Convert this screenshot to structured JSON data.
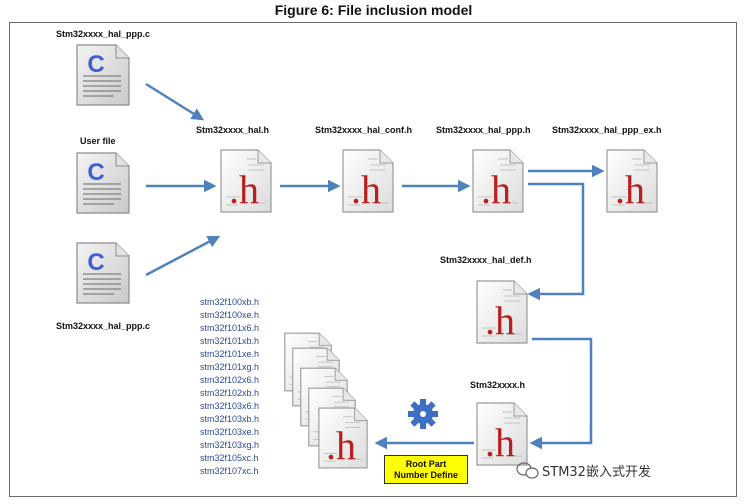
{
  "title": "Figure 6: File inclusion model",
  "source_files": {
    "top": "Stm32xxxx_hal_ppp.c",
    "middle": "User file",
    "bottom": "Stm32xxxx_hal_ppp.c",
    "glyph": "C"
  },
  "header_files": {
    "hal": "Stm32xxxx_hal.h",
    "hal_conf": "Stm32xxxx_hal_conf.h",
    "hal_ppp": "Stm32xxxx_hal_ppp.h",
    "hal_ppp_ex": "Stm32xxxx_hal_ppp_ex.h",
    "hal_def": "Stm32xxxx_hal_def.h",
    "family": "Stm32xxxx.h",
    "glyph": ".h"
  },
  "part_numbers": [
    "stm32f100xb.h",
    "stm32f100xe.h",
    "stm32f101x6.h",
    "stm32f101xb.h",
    "stm32f101xe.h",
    "stm32f101xg.h",
    "stm32f102x6.h",
    "stm32f102xb.h",
    "stm32f103x6.h",
    "stm32f103xb.h",
    "stm32f103xe.h",
    "stm32f103xg.h",
    "stm32f105xc.h",
    "stm32f107xc.h"
  ],
  "root_define": {
    "line1": "Root Part",
    "line2": "Number Define"
  },
  "watermark": "STM32嵌入式开发",
  "colors": {
    "arrow": "#4f81bd",
    "c_glyph": "#3c5fd6",
    "h_glyph": "#b52020",
    "root_bg": "#ffff00",
    "part_text": "#2a4a9a"
  }
}
